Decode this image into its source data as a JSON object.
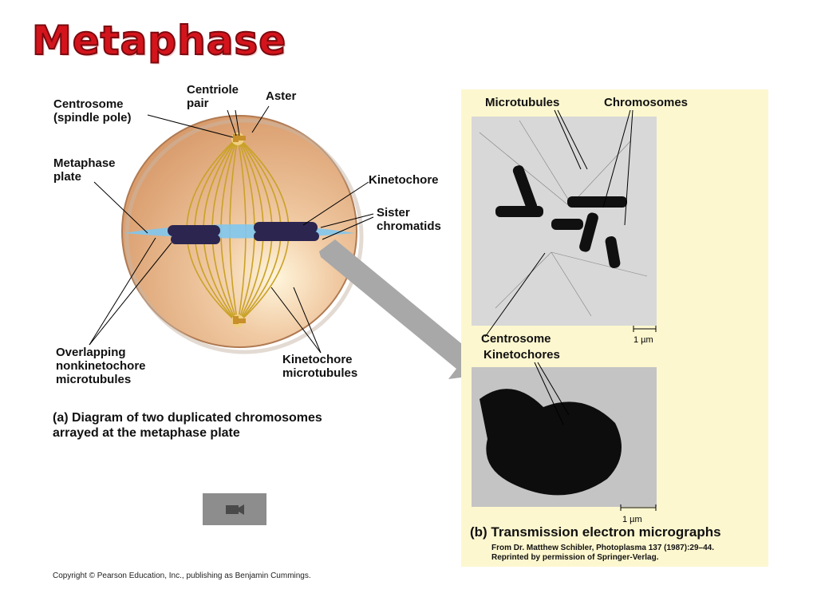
{
  "title": "Metaphase",
  "diagram": {
    "labels": {
      "centrosome": "Centrosome\n(spindle pole)",
      "centriole_pair": "Centriole\npair",
      "aster": "Aster",
      "metaphase_plate": "Metaphase\nplate",
      "kinetochore": "Kinetochore",
      "sister_chromatids": "Sister\nchromatids",
      "overlapping": "Overlapping\nnonkinetochore\nmicrotubules",
      "kinetochore_microtubules": "Kinetochore\nmicrotubules"
    },
    "caption": "(a) Diagram of two duplicated chromosomes\n      arrayed at the metaphase plate"
  },
  "micrographs": {
    "labels": {
      "microtubules": "Microtubules",
      "chromosomes": "Chromosomes",
      "centrosome": "Centrosome",
      "kinetochores": "Kinetochores"
    },
    "scale_bar_1": "1 µm",
    "scale_bar_2": "1 µm",
    "caption": "(b) Transmission electron micrographs",
    "credit_line1": "From Dr. Matthew Schibler, Photoplasma 137  (1987):29–44.",
    "credit_line2": "Reprinted by permission of Springer-Verlag."
  },
  "copyright": "Copyright © Pearson Education, Inc., publishing as Benjamin Cummings.",
  "colors": {
    "title_red": "#d4141c",
    "cell_fill": "#e8b48c",
    "panel_bg": "#fdf7cf",
    "plate_blue": "#7fc6ee",
    "chromosome": "#2b2550",
    "spindle": "#c9a227"
  },
  "icons": {
    "video": "video-camera-icon"
  }
}
